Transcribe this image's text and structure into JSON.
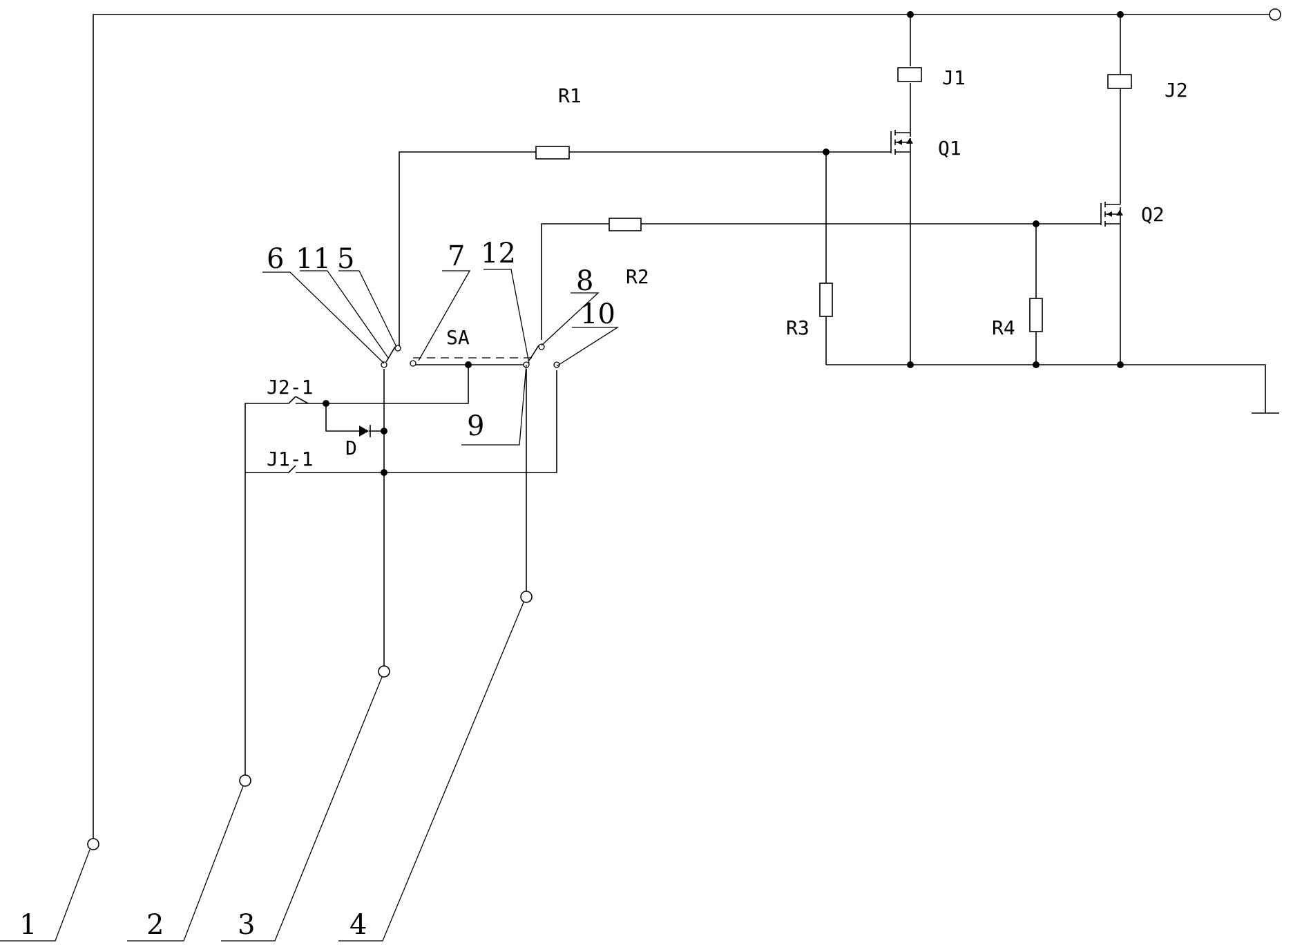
{
  "components": {
    "j1": "J1",
    "j2": "J2",
    "q1": "Q1",
    "q2": "Q2",
    "r1": "R1",
    "r2": "R2",
    "r3": "R3",
    "r4": "R4",
    "sa": "SA",
    "d": "D",
    "j1_1": "J1-1",
    "j2_1": "J2-1"
  },
  "callouts": {
    "n1": "1",
    "n2": "2",
    "n3": "3",
    "n4": "4",
    "n5": "5",
    "n6": "6",
    "n7": "7",
    "n8": "8",
    "n9": "9",
    "n10": "10",
    "n11": "11",
    "n12": "12"
  }
}
